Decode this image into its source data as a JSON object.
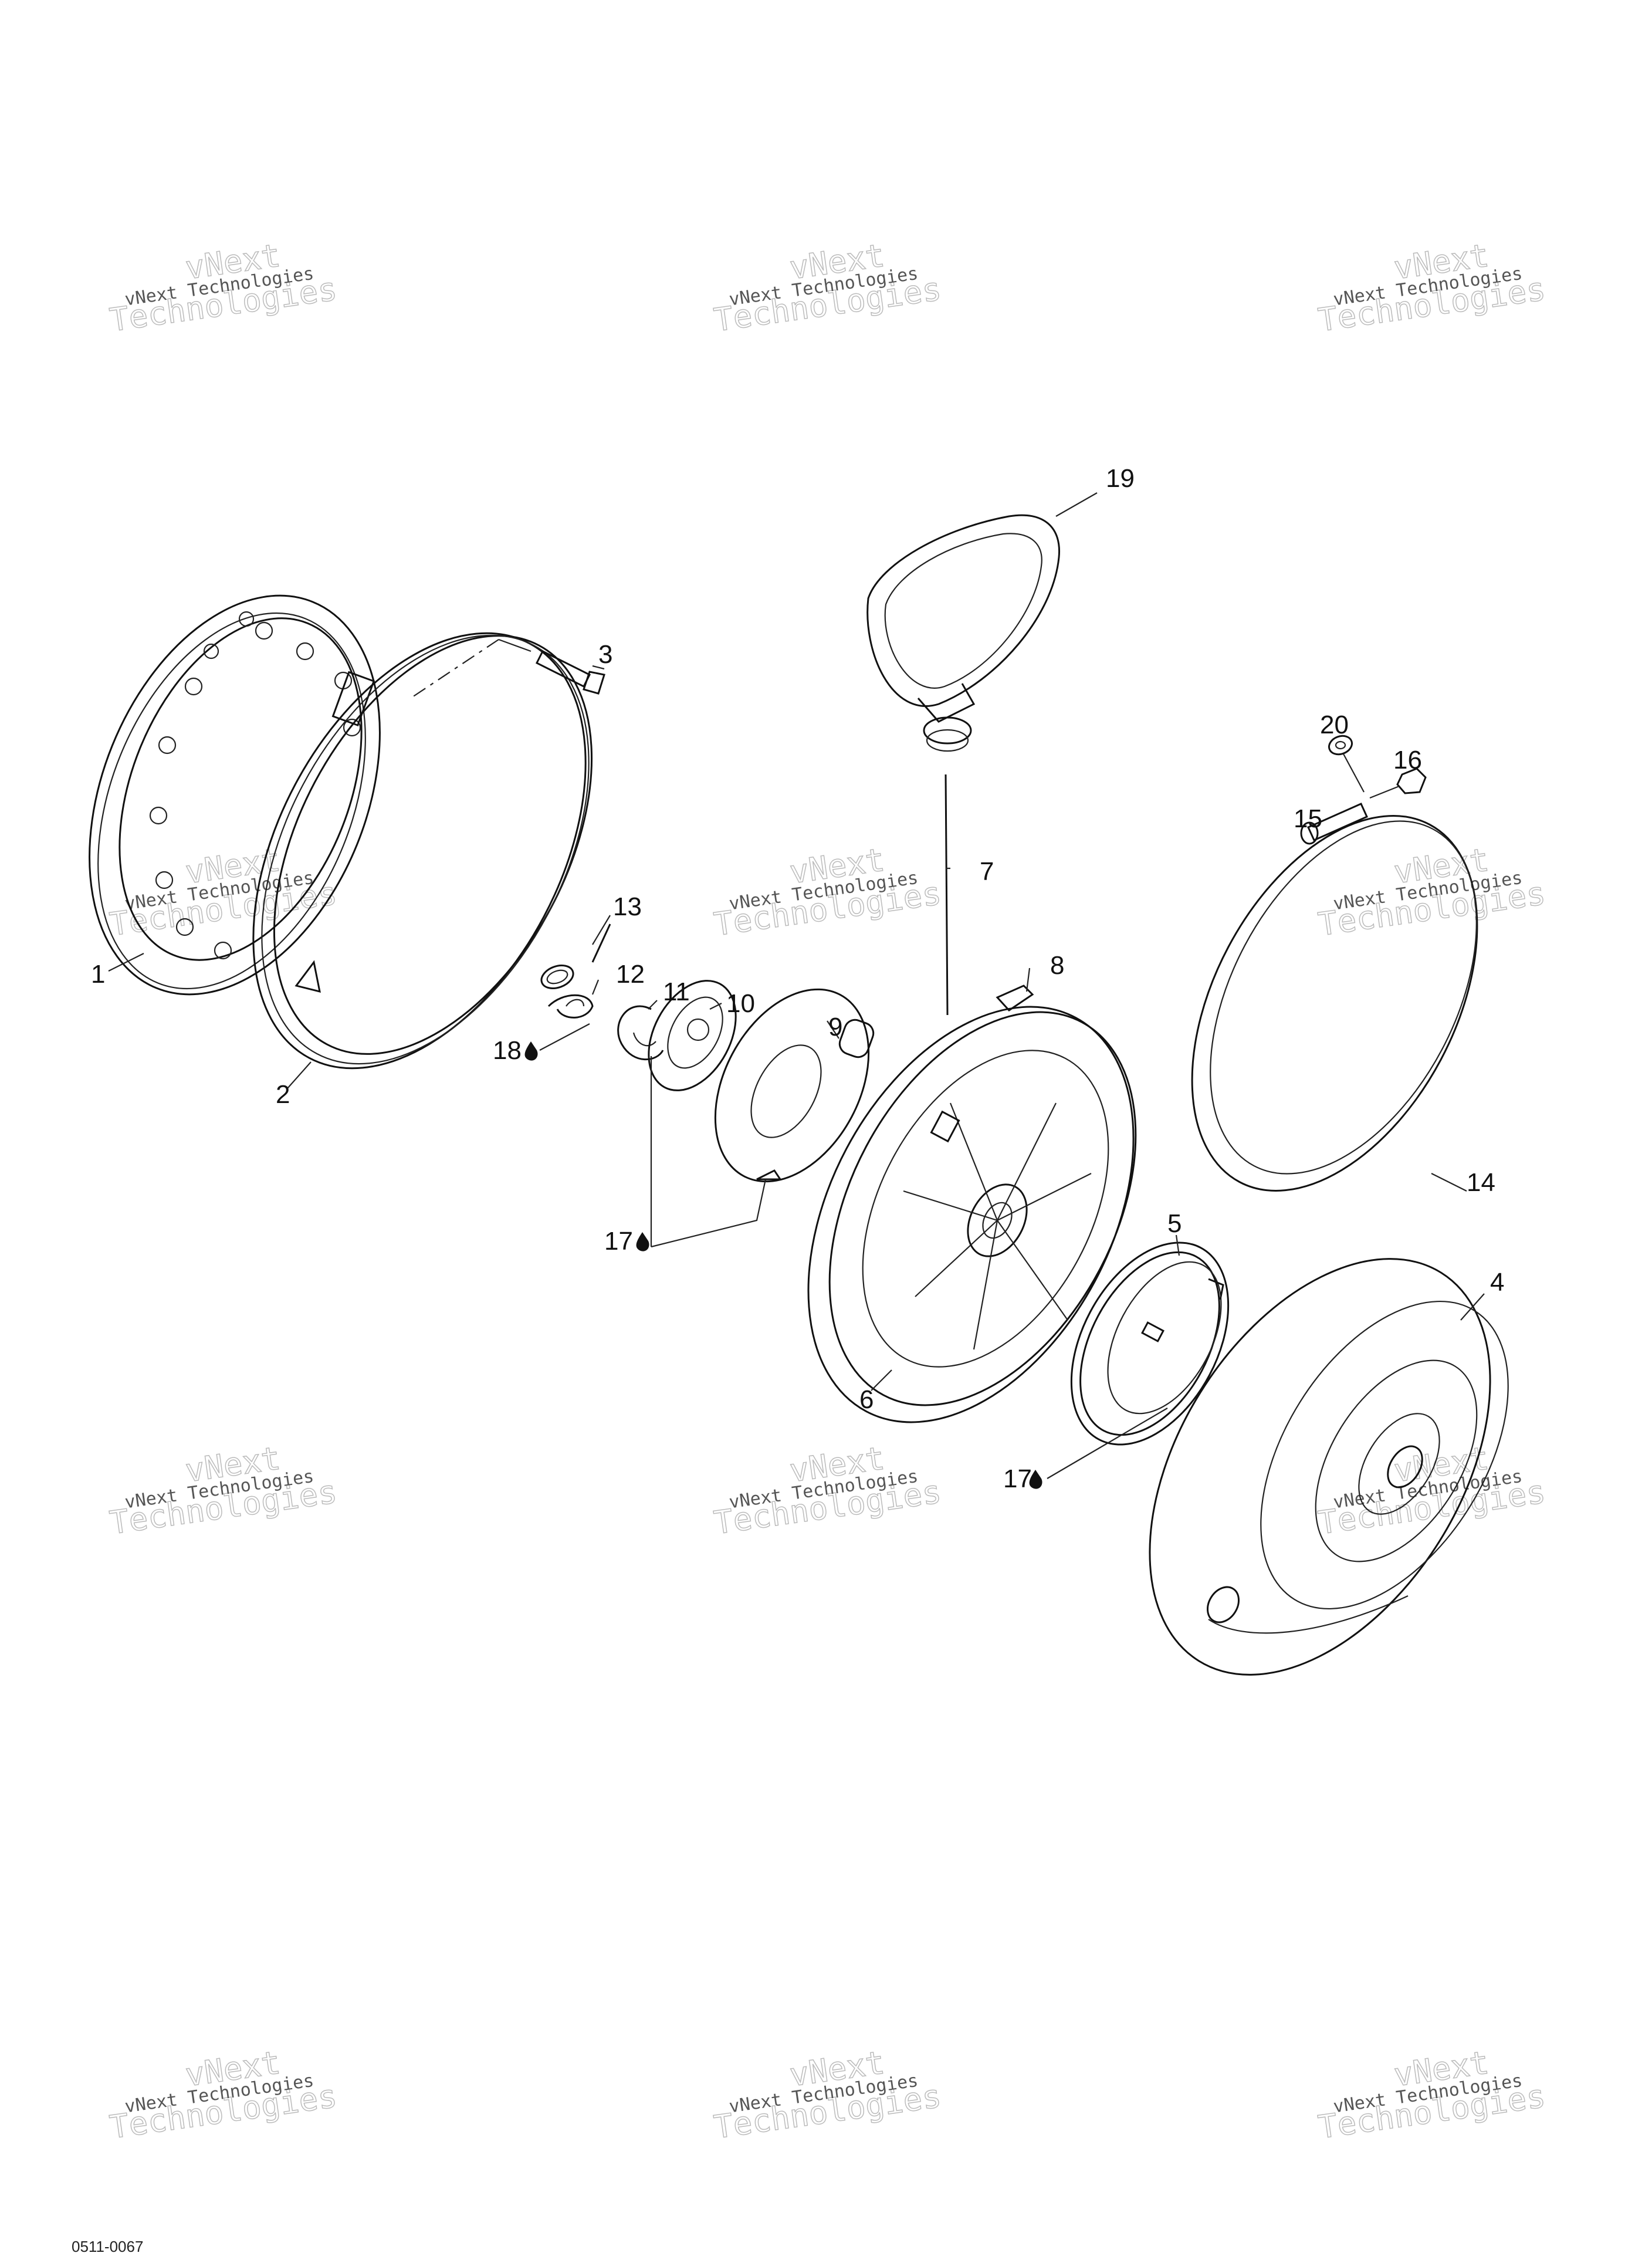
{
  "watermark": {
    "line1": "vNext",
    "line2": "Technologies",
    "small": "vNext Technologies"
  },
  "part_labels": {
    "p1": "1",
    "p2": "2",
    "p3": "3",
    "p4": "4",
    "p5": "5",
    "p6": "6",
    "p7": "7",
    "p8": "8",
    "p9": "9",
    "p10": "10",
    "p11": "11",
    "p12": "12",
    "p13": "13",
    "p14": "14",
    "p15": "15",
    "p16": "16",
    "p17a": "17",
    "p17b": "17",
    "p18": "18",
    "p19": "19",
    "p20": "20"
  },
  "figure_code": "0511-0067"
}
